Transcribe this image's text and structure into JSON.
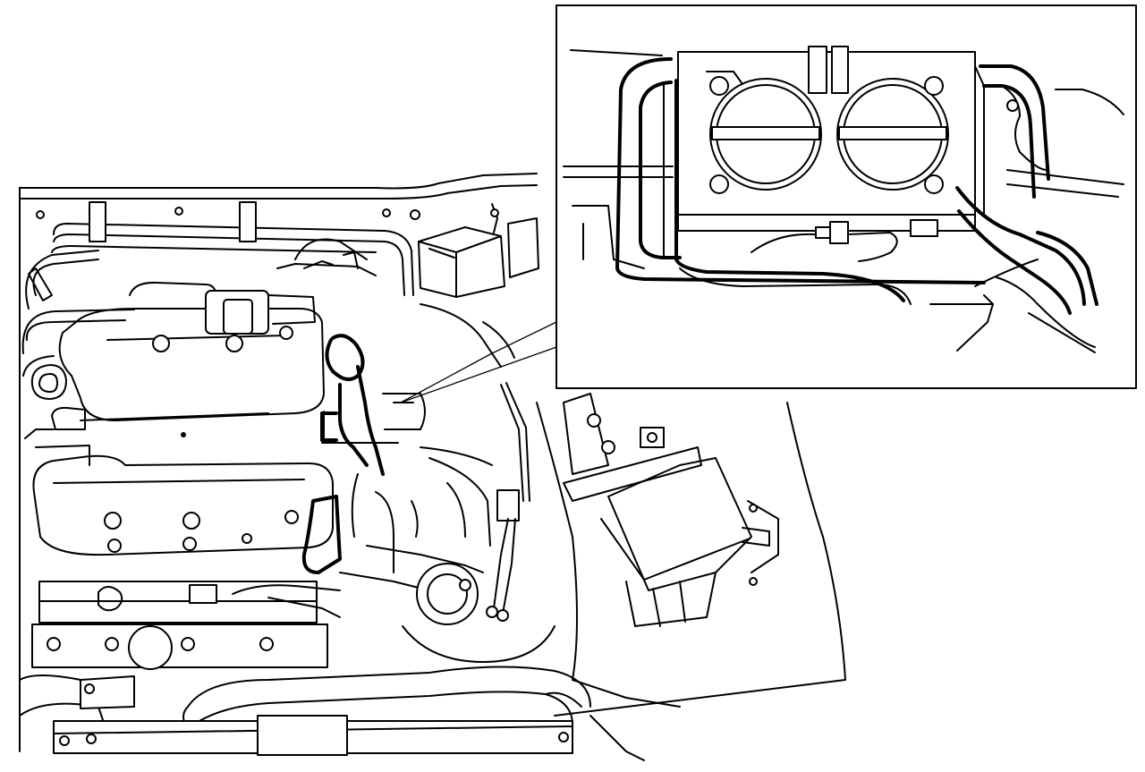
{
  "figure": {
    "description_visible_text": "",
    "colors": {
      "ink": "#000000",
      "paper": "#ffffff"
    },
    "parts": {
      "engine": "engine-bay-drawing",
      "detail": "throttle-body-detail-inset",
      "pointer": "callout-pointer"
    }
  }
}
